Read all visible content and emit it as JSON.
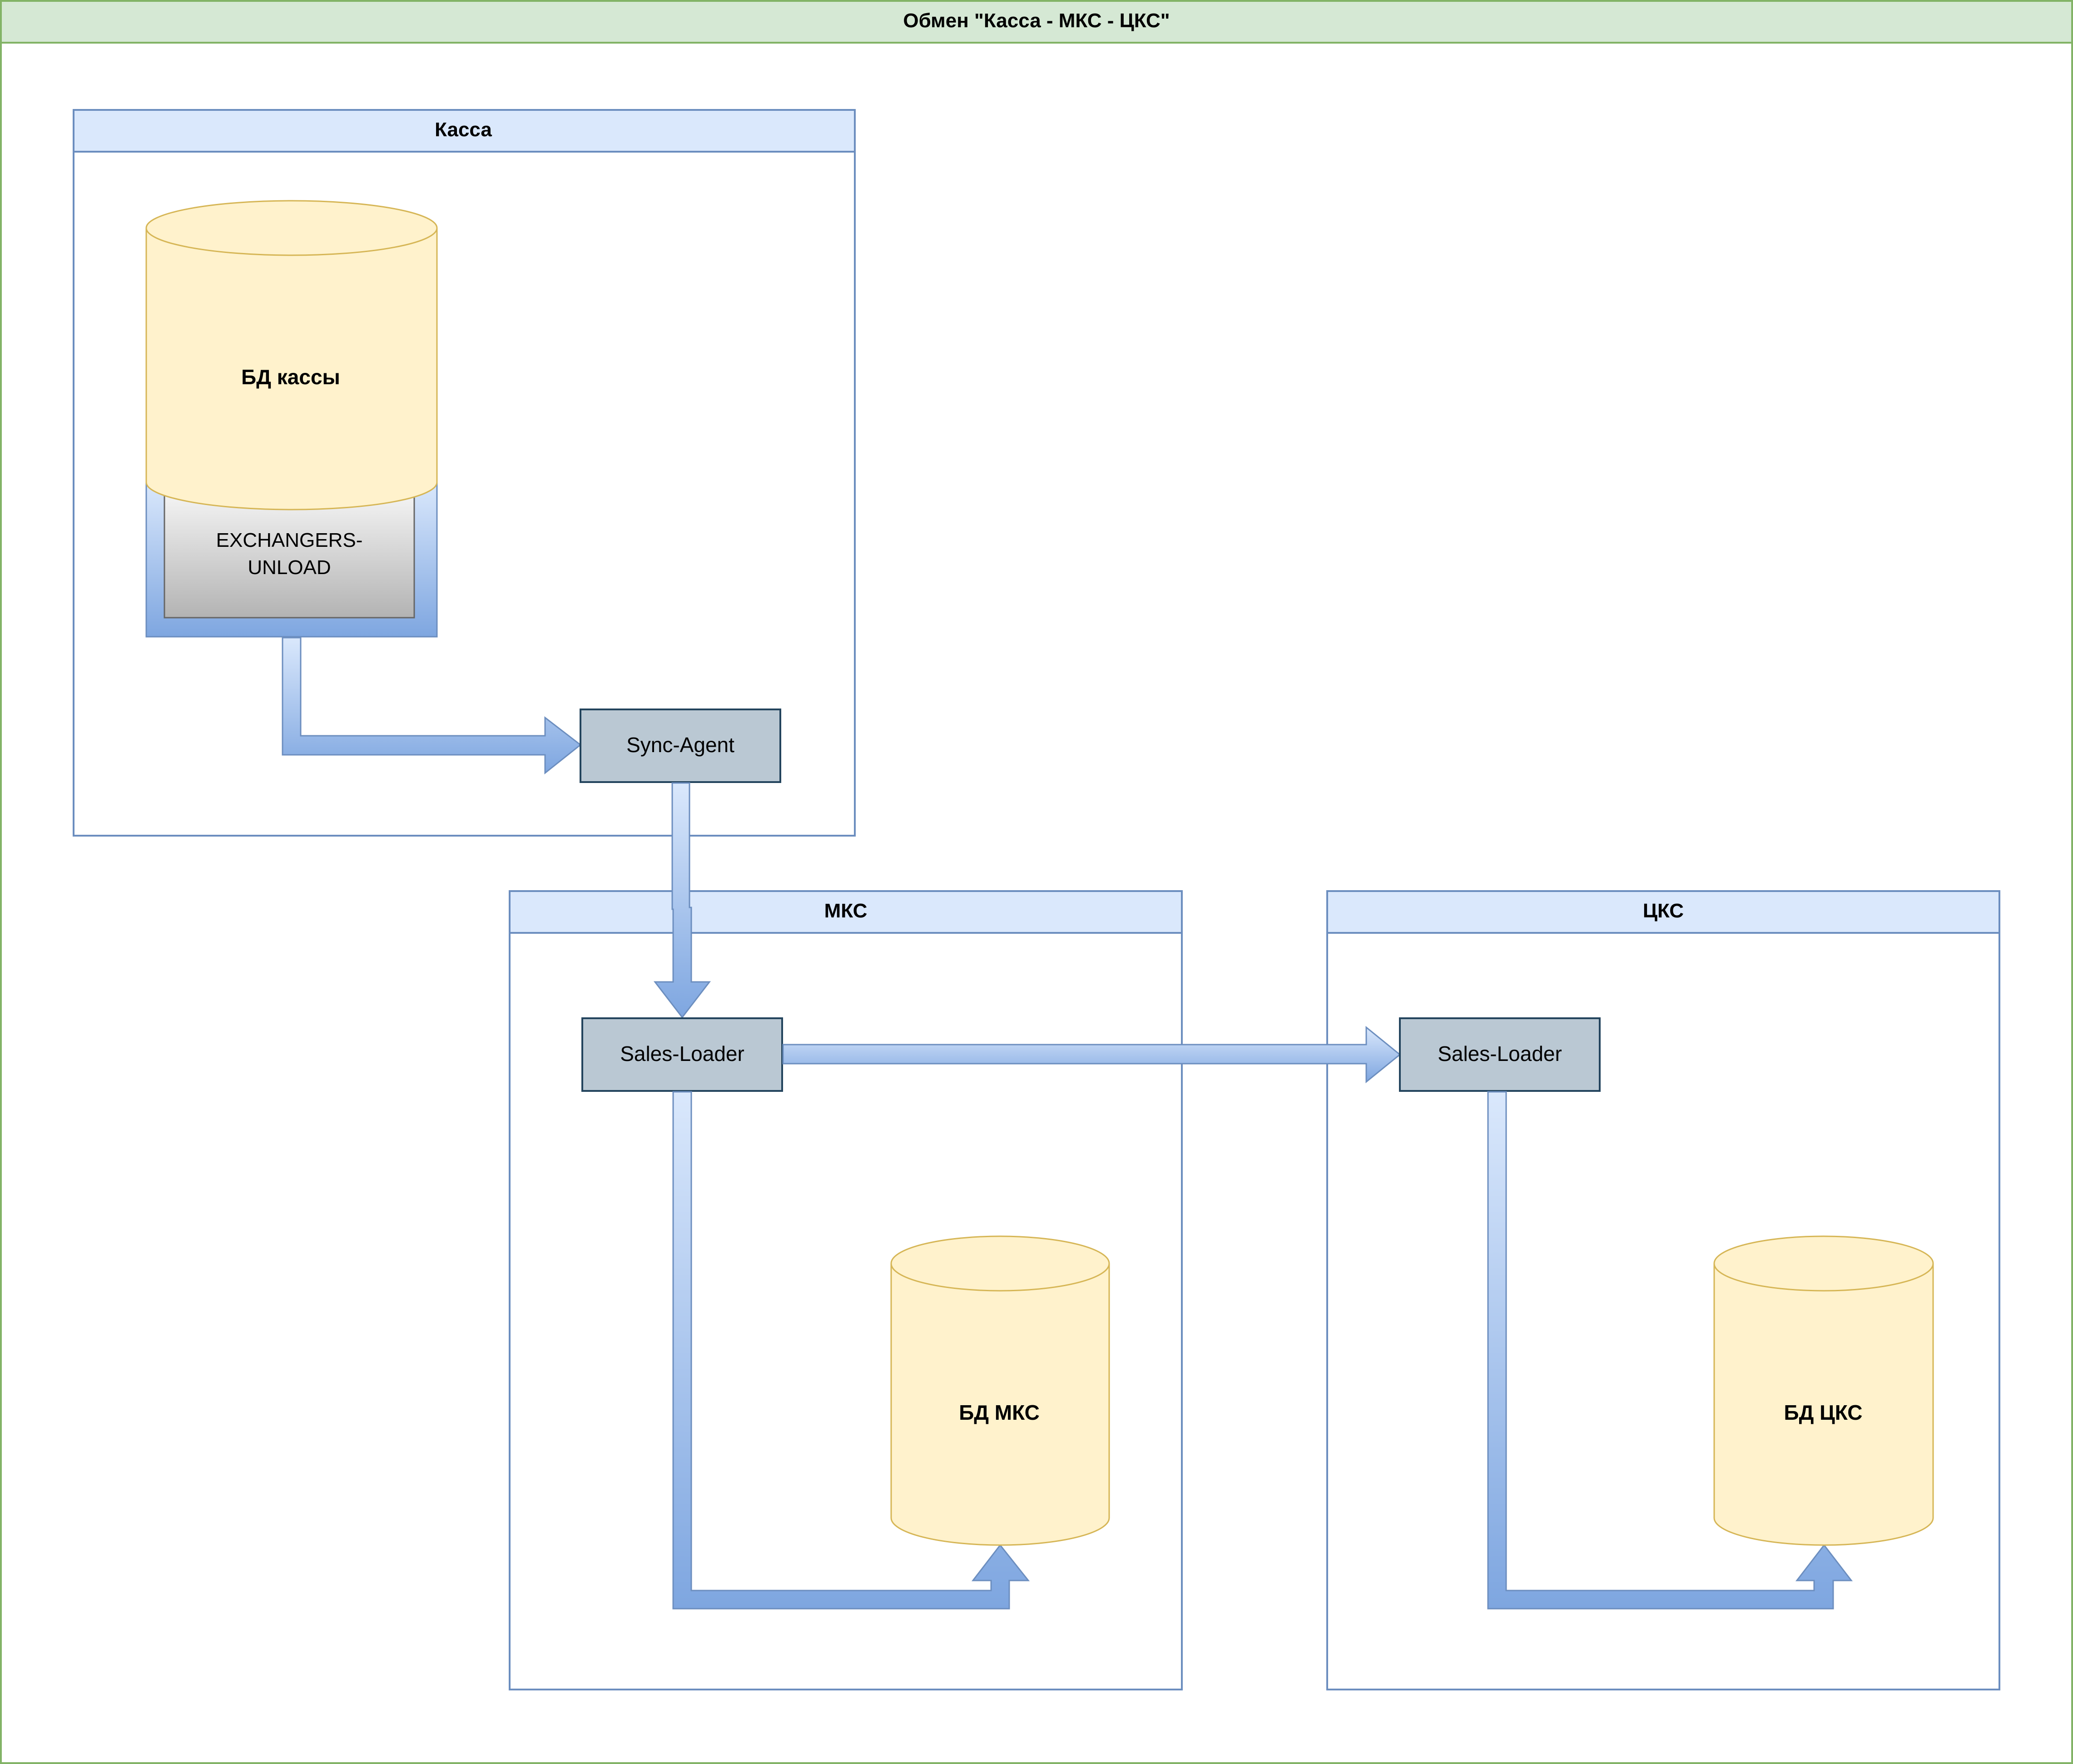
{
  "title": "Обмен \"Касса - МКС - ЦКС\"",
  "pools": {
    "kassa": {
      "title": "Касса"
    },
    "mks": {
      "title": "МКС"
    },
    "cks": {
      "title": "ЦКС"
    }
  },
  "nodes": {
    "kassa_db": {
      "label": "БД кассы"
    },
    "exchangers_unload": {
      "line1": "EXCHANGERS-",
      "line2": "UNLOAD"
    },
    "sync_agent": {
      "label": "Sync-Agent"
    },
    "mks_sales_loader": {
      "label": "Sales-Loader"
    },
    "mks_db": {
      "label": "БД МКС"
    },
    "cks_sales_loader": {
      "label": "Sales-Loader"
    },
    "cks_db": {
      "label": "БД ЦКС"
    }
  },
  "edges": [
    {
      "from": "exchangers_unload",
      "to": "sync_agent"
    },
    {
      "from": "sync_agent",
      "to": "mks_sales_loader"
    },
    {
      "from": "mks_sales_loader",
      "to": "cks_sales_loader"
    },
    {
      "from": "mks_sales_loader",
      "to": "mks_db"
    },
    {
      "from": "cks_sales_loader",
      "to": "cks_db"
    }
  ],
  "colors": {
    "outer_border": "#82b366",
    "outer_header": "#d5e8d4",
    "pool_border": "#6c8ebf",
    "pool_header": "#dae8fc",
    "db_fill": "#fff2cc",
    "db_border": "#d6b656",
    "box_fill": "#bac8d3",
    "box_border": "#23445d",
    "arrow_light": "#dae8fc",
    "arrow_dark": "#7ea6e0"
  }
}
